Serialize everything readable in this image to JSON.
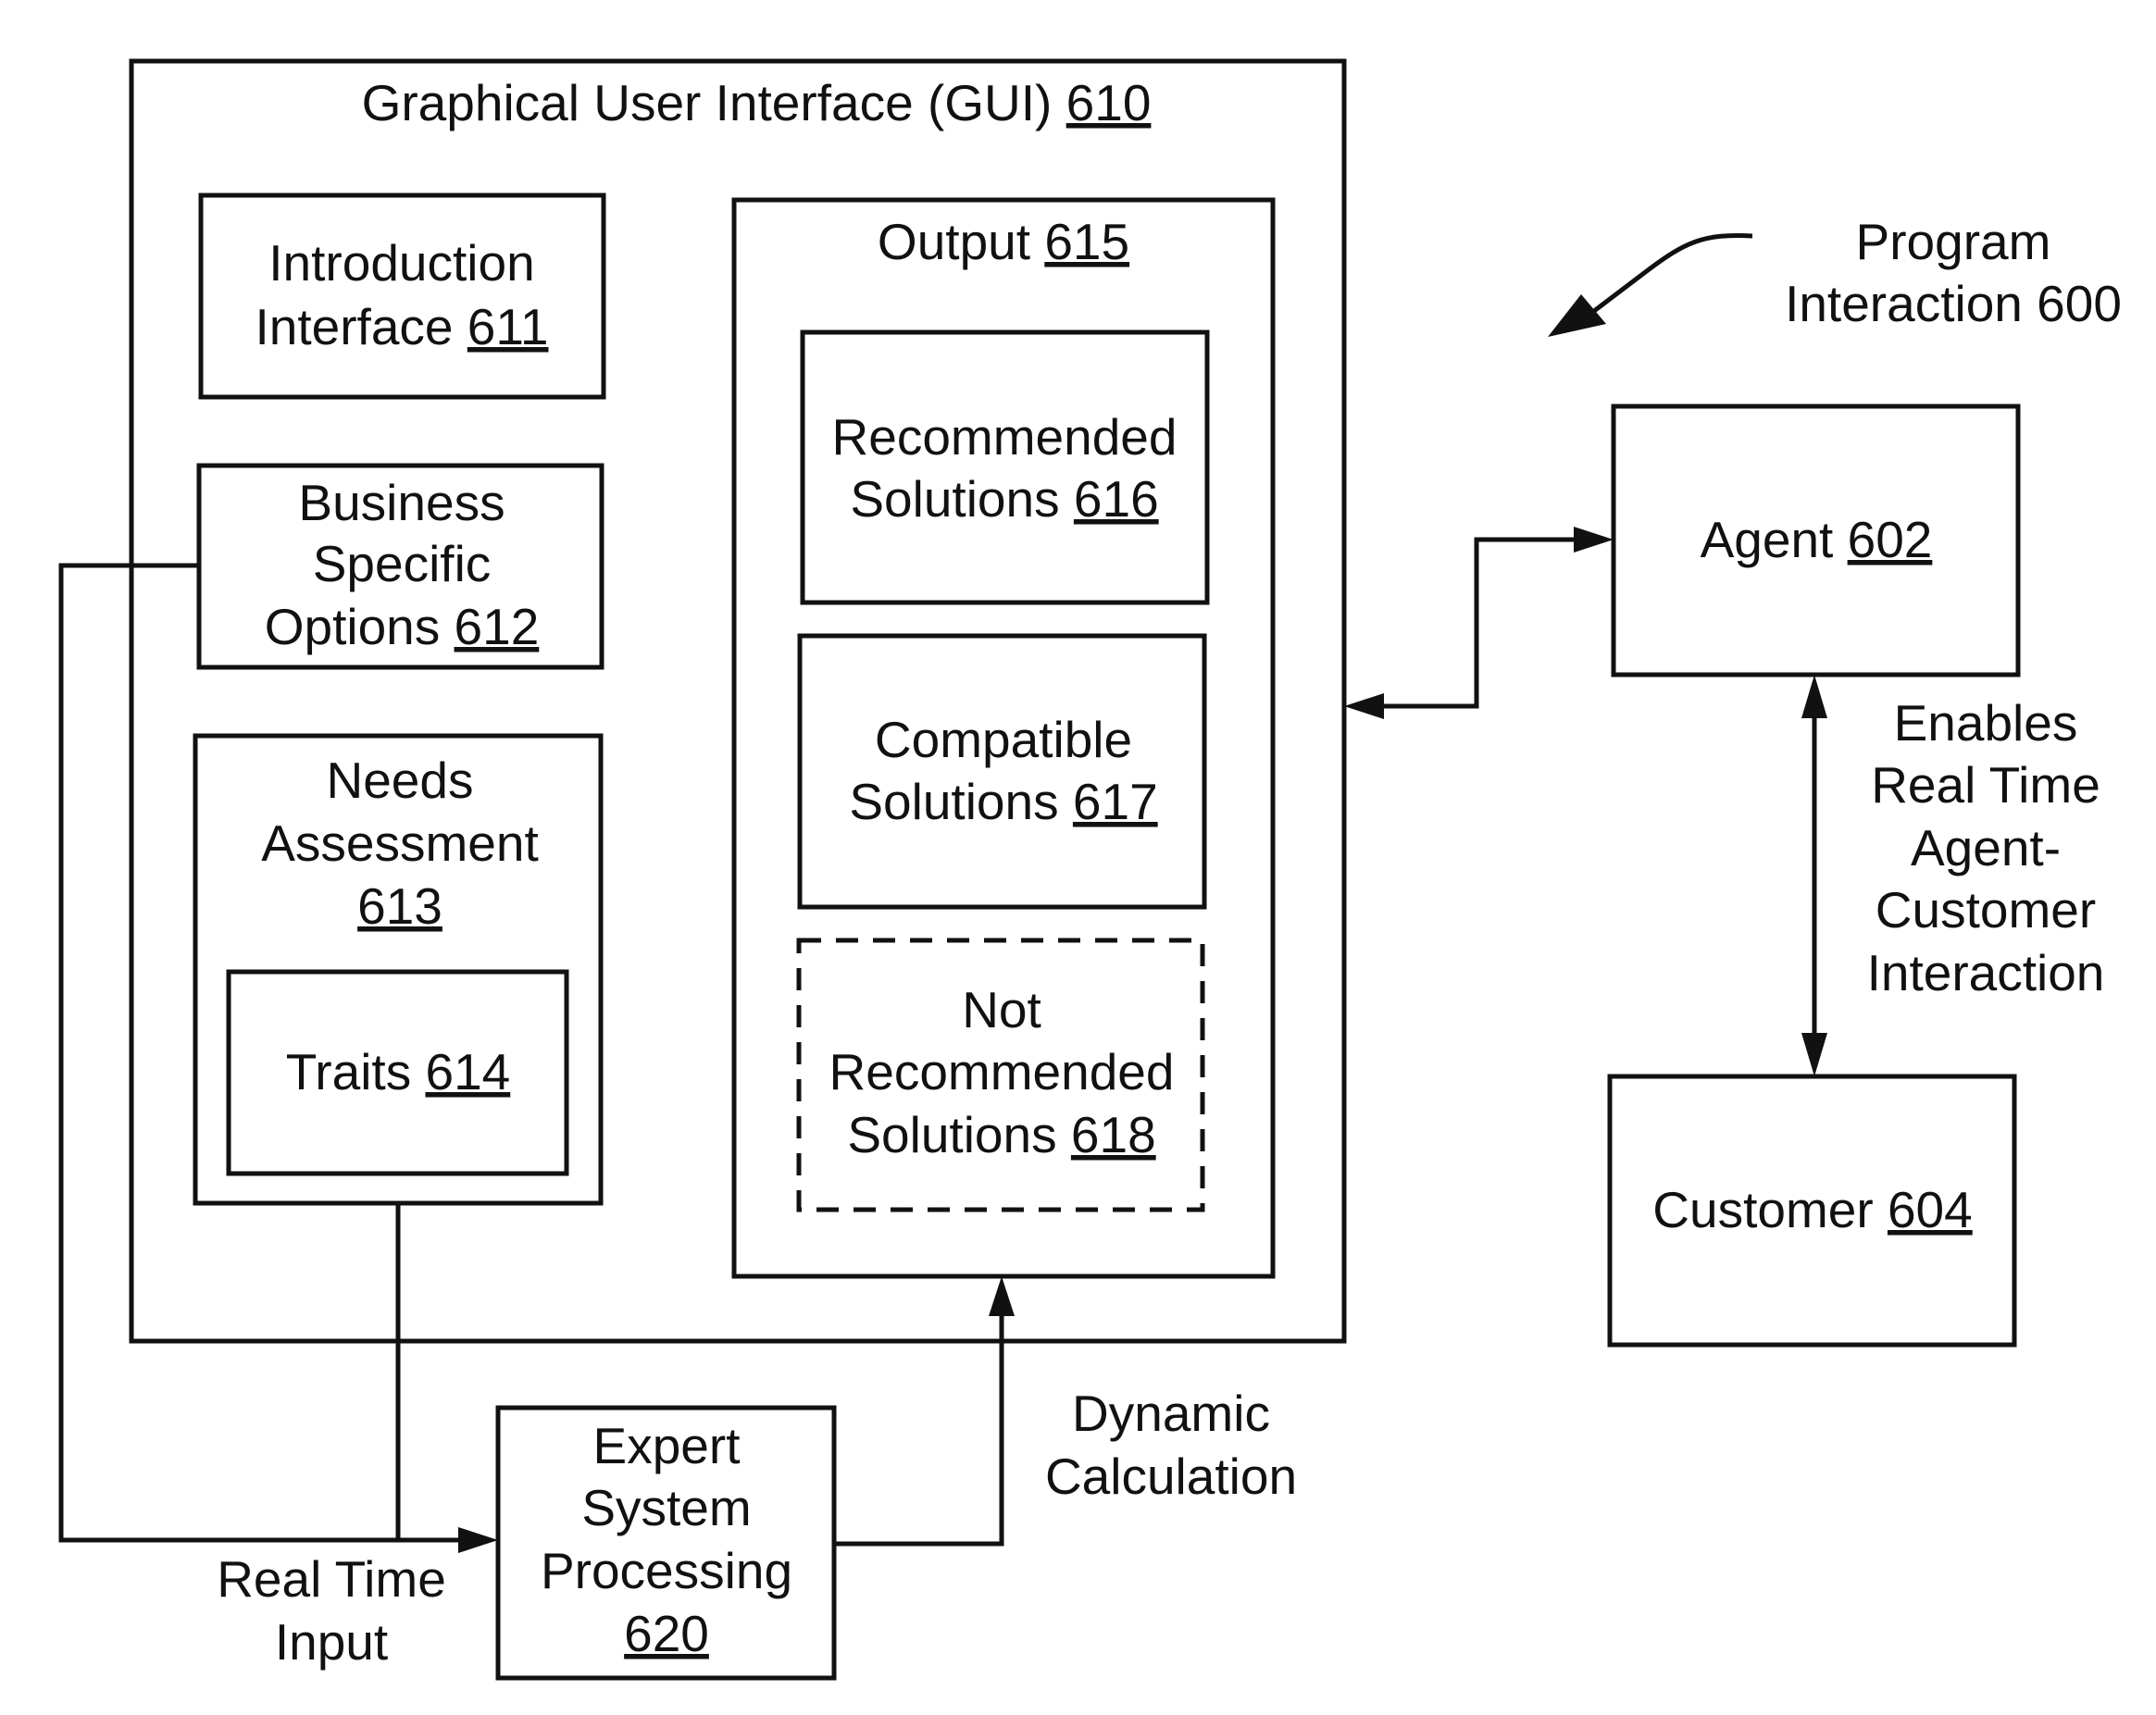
{
  "gui": {
    "label": "Graphical User Interface (GUI)",
    "ref": "610"
  },
  "intro": {
    "line1": "Introduction",
    "line2": "Interface",
    "ref": "611"
  },
  "business": {
    "line1": "Business",
    "line2": "Specific",
    "line3": "Options",
    "ref": "612"
  },
  "needs": {
    "line1": "Needs",
    "line2": "Assessment",
    "ref": "613"
  },
  "traits": {
    "label": "Traits",
    "ref": "614"
  },
  "output": {
    "label": "Output",
    "ref": "615"
  },
  "recommended": {
    "line1": "Recommended",
    "line2": "Solutions",
    "ref": "616"
  },
  "compatible": {
    "line1": "Compatible",
    "line2": "Solutions",
    "ref": "617"
  },
  "not_recommended": {
    "line1": "Not",
    "line2": "Recommended",
    "line3": "Solutions",
    "ref": "618"
  },
  "program": {
    "line1": "Program",
    "line2": "Interaction 600"
  },
  "agent": {
    "label": "Agent",
    "ref": "602"
  },
  "customer": {
    "label": "Customer",
    "ref": "604"
  },
  "enables": {
    "line1": "Enables",
    "line2": "Real Time",
    "line3": "Agent-",
    "line4": "Customer",
    "line5": "Interaction"
  },
  "expert": {
    "line1": "Expert",
    "line2": "System",
    "line3": "Processing",
    "ref": "620"
  },
  "dynamic": {
    "line1": "Dynamic",
    "line2": "Calculation"
  },
  "realtime_input": {
    "line1": "Real Time",
    "line2": "Input"
  }
}
